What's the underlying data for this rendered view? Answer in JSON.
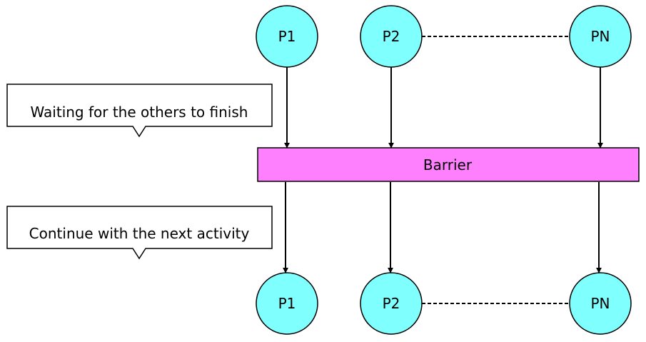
{
  "colors": {
    "process_fill": "#80ffff",
    "barrier_fill": "#ff80ff",
    "stroke": "#000000",
    "background": "#ffffff"
  },
  "diagram": {
    "top_processes": [
      {
        "id": "p1",
        "label": "P1"
      },
      {
        "id": "p2",
        "label": "P2"
      },
      {
        "id": "pn",
        "label": "PN"
      }
    ],
    "bottom_processes": [
      {
        "id": "p1",
        "label": "P1"
      },
      {
        "id": "p2",
        "label": "P2"
      },
      {
        "id": "pn",
        "label": "PN"
      }
    ],
    "barrier": {
      "label": "Barrier"
    },
    "callouts": {
      "waiting": "Waiting for the others to finish",
      "continue": "Continue with the next activity"
    }
  }
}
